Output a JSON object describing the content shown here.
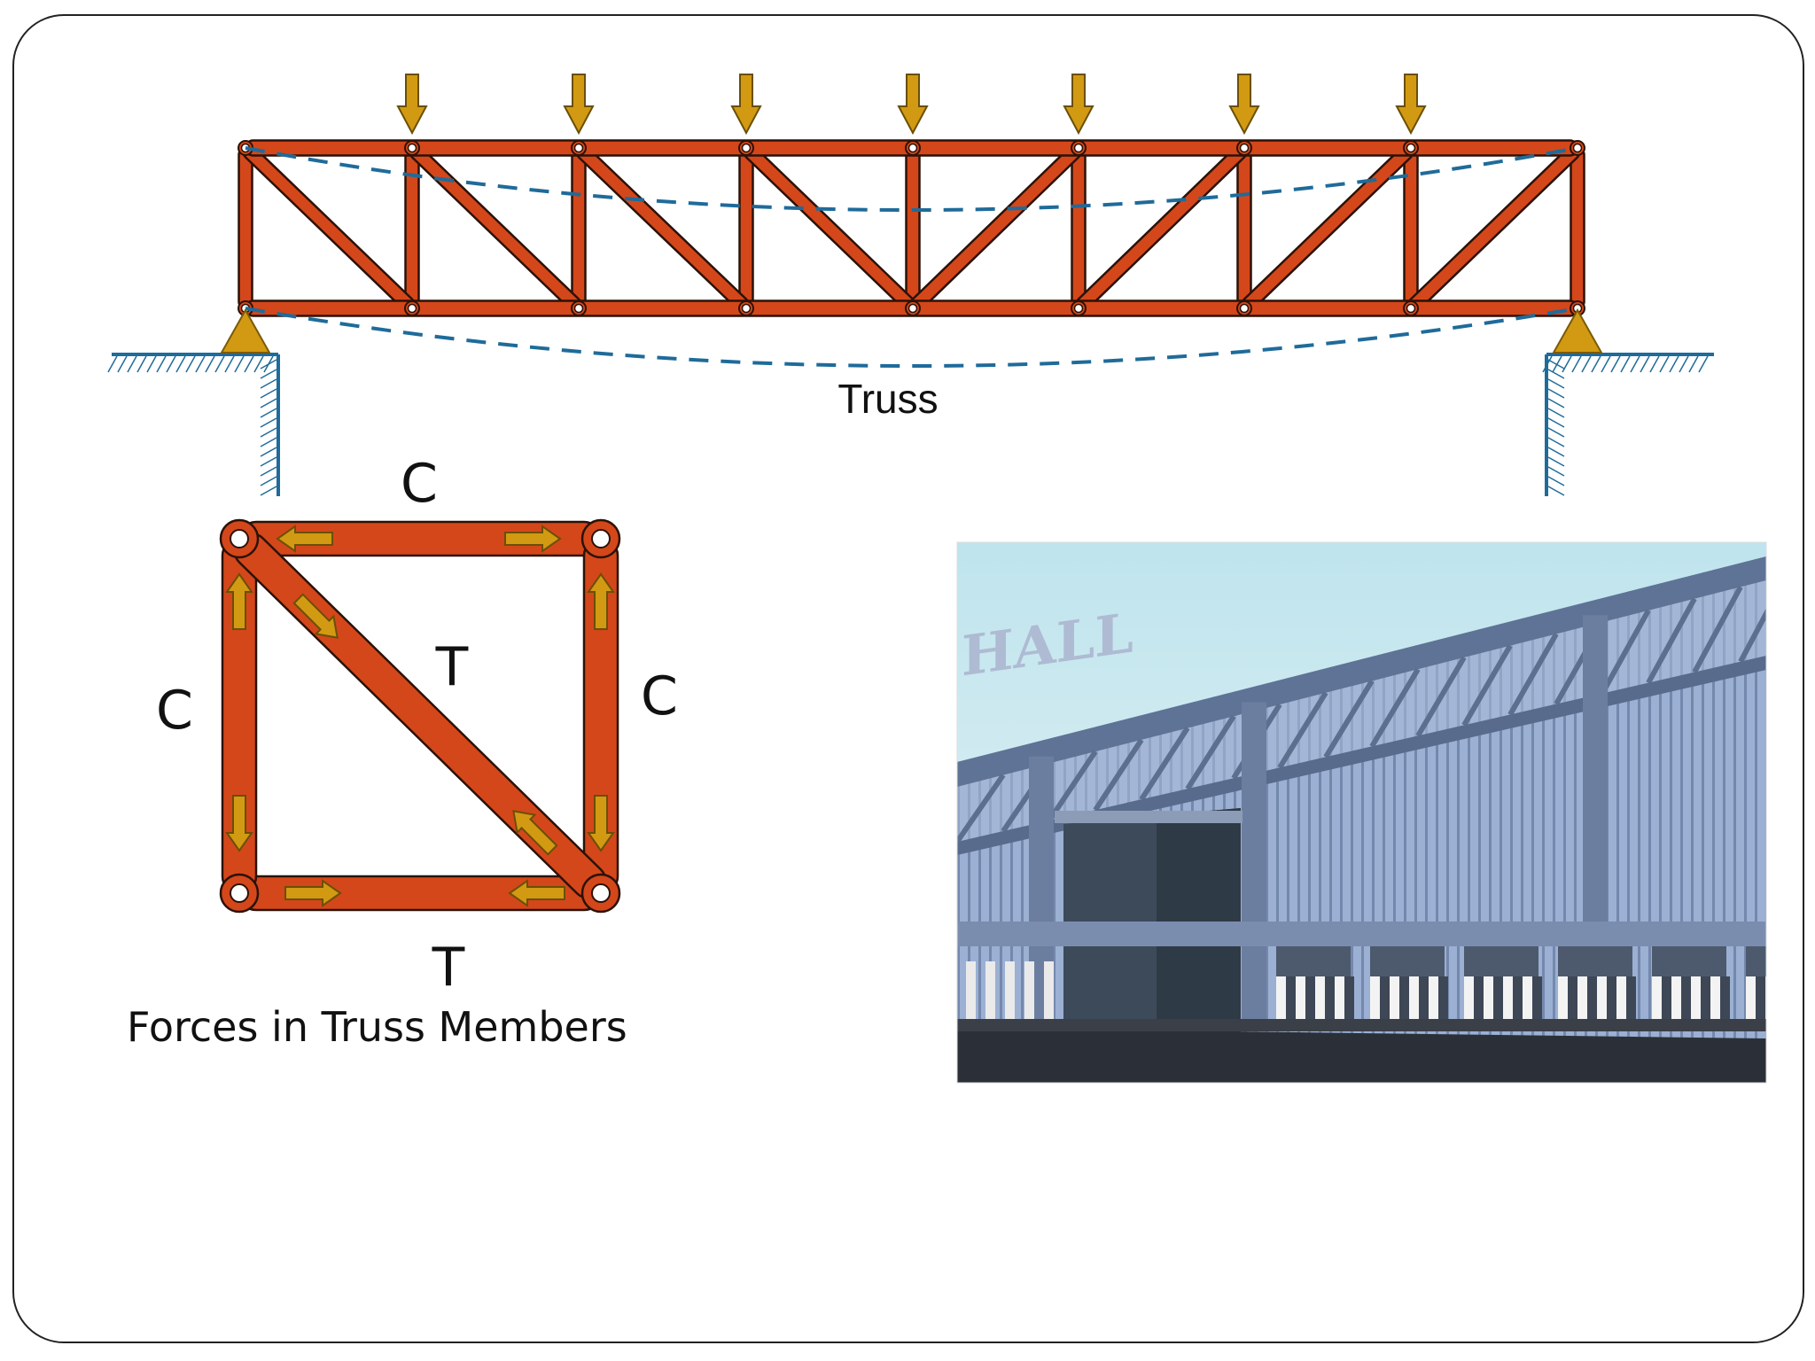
{
  "truss": {
    "caption": "Truss"
  },
  "member_forces": {
    "caption": "Forces in Truss Members",
    "top_label": "C",
    "left_label": "C",
    "right_label": "C",
    "diagonal_label": "T",
    "bottom_label": "T"
  },
  "photo": {
    "sign_text": "HALL"
  },
  "colors": {
    "member_fill": "#d4471a",
    "member_stroke": "#2b1208",
    "load_arrow": "#d19a12",
    "support": "#d19a12",
    "deflected_shape": "#1f6b9a",
    "ground": "#1f6b9a"
  }
}
